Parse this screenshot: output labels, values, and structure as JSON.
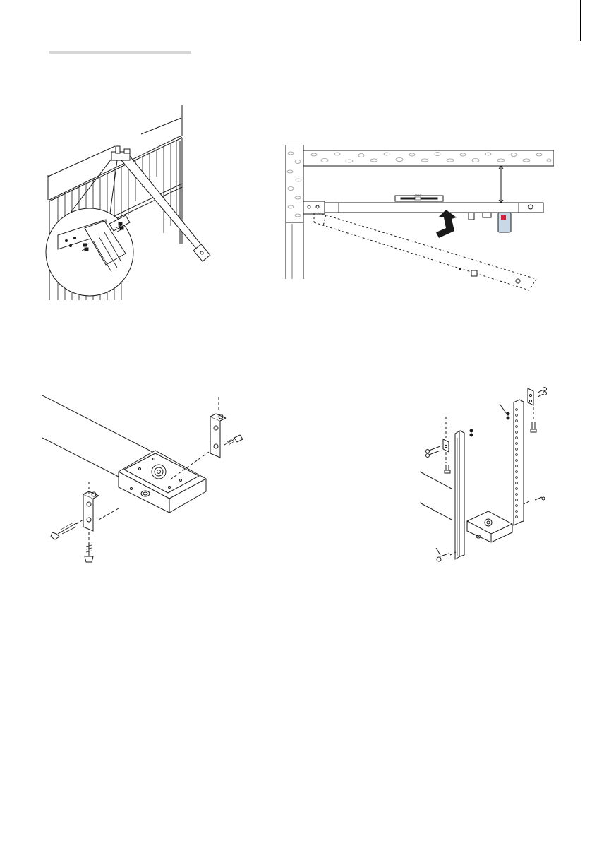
{
  "page": {
    "figures": [
      {
        "id": "door-bracket-fixing",
        "labels": []
      },
      {
        "id": "arm-ceiling-fixing",
        "labels": [
          "0000"
        ]
      },
      {
        "id": "motor-bracket-assembly",
        "labels": []
      },
      {
        "id": "extension-profile-assembly",
        "labels": []
      }
    ]
  },
  "colors": {
    "line": "#1a1a1a",
    "masonry": "#9a9a9a",
    "rule": "#d6d6d6",
    "accent": "#d6203c",
    "panel": "#c9d8e6"
  }
}
